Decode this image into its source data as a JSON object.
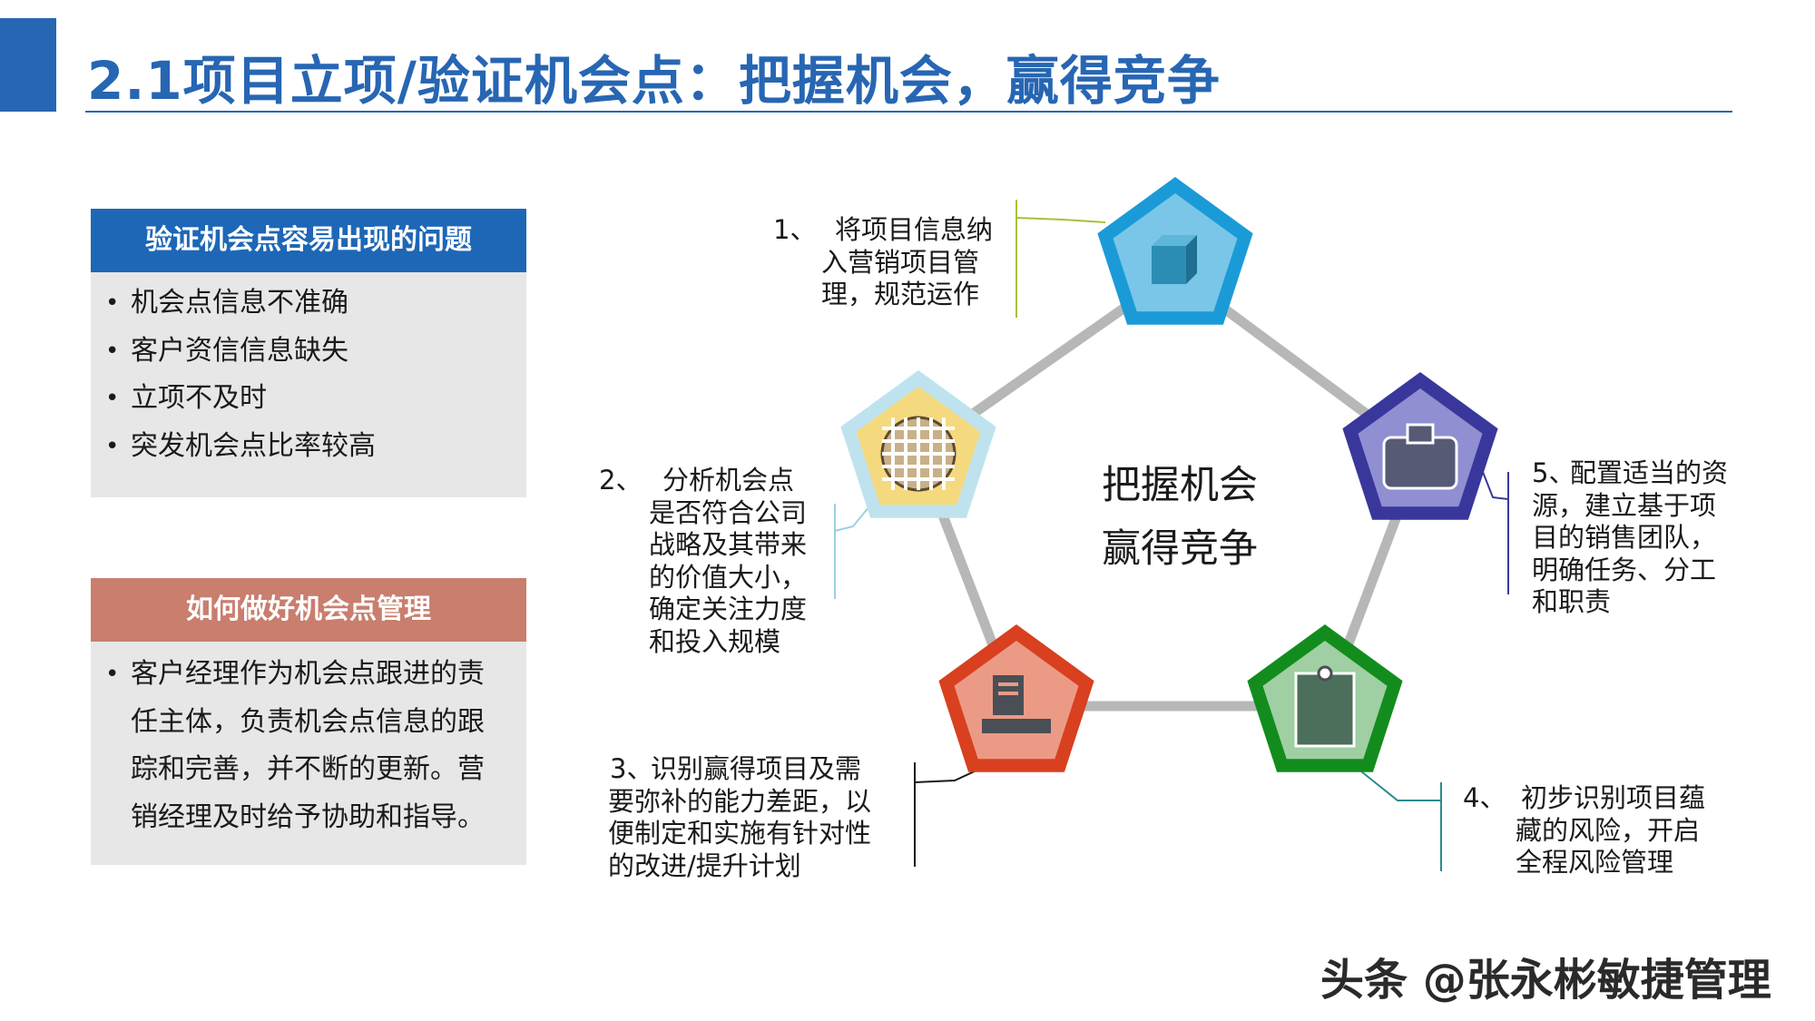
{
  "header": {
    "title": "2.1项目立项/验证机会点：把握机会，赢得竞争"
  },
  "problems": {
    "title": "验证机会点容易出现的问题",
    "items": [
      "机会点信息不准确",
      "客户资信信息缺失",
      "立项不及时",
      "突发机会点比率较高"
    ]
  },
  "manage": {
    "title": "如何做好机会点管理",
    "text": "客户经理作为机会点跟进的责任主体，负责机会点信息的跟踪和完善，并不断的更新。营销经理及时给予协助和指导。"
  },
  "center": {
    "line1": "把握机会",
    "line2": "赢得竞争"
  },
  "steps": [
    {
      "num": "1、",
      "lines": [
        "将项目信息纳",
        "入营销项目管",
        "理，规范运作"
      ],
      "icon": "cube-icon",
      "color_outer": "#1a9bd7",
      "color_inner": "#7ac6e8"
    },
    {
      "num": "2、",
      "lines": [
        "分析机会点",
        "是否符合公司",
        "战略及其带来",
        "的价值大小，",
        "确定关注力度",
        "和投入规模"
      ],
      "icon": "globe-grid-icon",
      "color_outer": "#bfe3ee",
      "color_inner": "#f4d97e"
    },
    {
      "num": "3、",
      "lines": [
        "识别赢得项目及需",
        "要弥补的能力差距，以",
        "便制定和实施有针对性",
        "的改进/提升计划"
      ],
      "icon": "computer-icon",
      "color_outer": "#d8401f",
      "color_inner": "#eb9b85"
    },
    {
      "num": "4、",
      "lines": [
        "初步识别项目蕴",
        "藏的风险，开启",
        "全程风险管理"
      ],
      "icon": "clipboard-icon",
      "color_outer": "#138c1e",
      "color_inner": "#9fcfa3"
    },
    {
      "num": "5、",
      "lines": [
        "配置适当的资",
        "源，建立基于项",
        "目的销售团队，",
        "明确任务、分工",
        "和职责"
      ],
      "icon": "briefcase-icon",
      "color_outer": "#39379c",
      "color_inner": "#8f8fd1"
    }
  ],
  "watermark": "头条 @张永彬敏捷管理"
}
